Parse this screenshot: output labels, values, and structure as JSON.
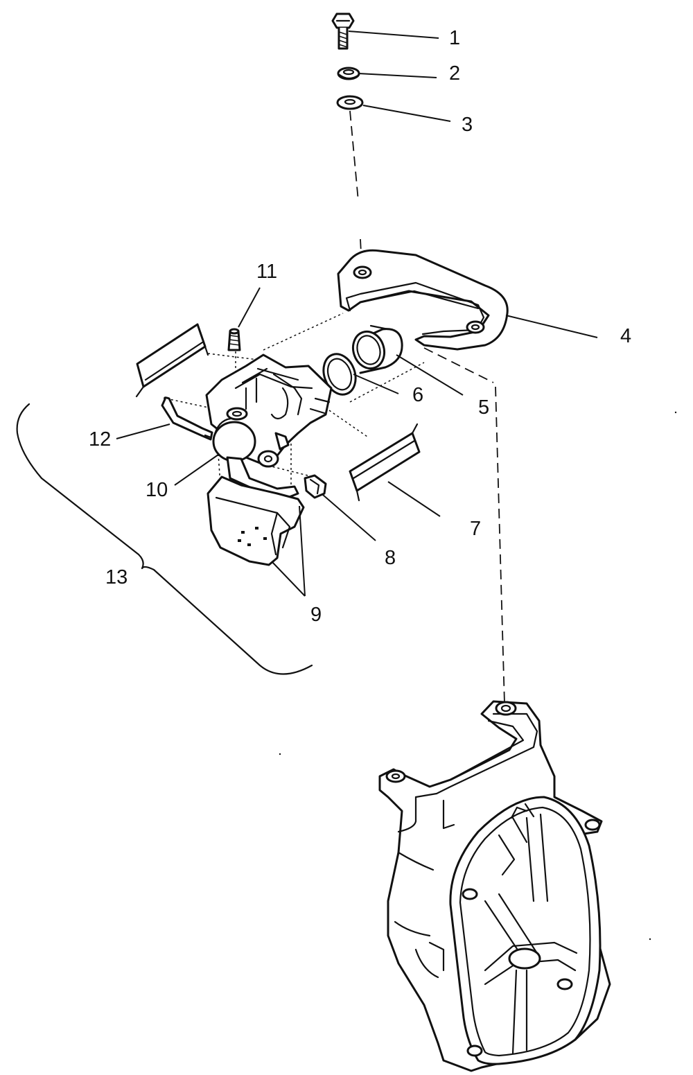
{
  "callouts": [
    {
      "id": "1",
      "label": "1"
    },
    {
      "id": "2",
      "label": "2"
    },
    {
      "id": "3",
      "label": "3"
    },
    {
      "id": "4",
      "label": "4"
    },
    {
      "id": "5",
      "label": "5"
    },
    {
      "id": "6",
      "label": "6"
    },
    {
      "id": "7",
      "label": "7"
    },
    {
      "id": "8",
      "label": "8"
    },
    {
      "id": "9",
      "label": "9"
    },
    {
      "id": "10",
      "label": "10"
    },
    {
      "id": "11",
      "label": "11"
    },
    {
      "id": "12",
      "label": "12"
    },
    {
      "id": "13",
      "label": "13"
    }
  ],
  "parts": {
    "bolt": "bolt",
    "lock_washer": "lock-washer",
    "flat_washer": "flat-washer",
    "caliper_bracket": "caliper-bracket",
    "piston": "piston",
    "piston_seal": "piston-seal",
    "pad_clip": "pad-clip",
    "bleeder_fitting": "bleeder-fitting",
    "brake_pads": "brake-pads",
    "caliper_body": "caliper-body",
    "bleed_screw": "bleed-screw",
    "brake_line": "brake-line",
    "caliper_assembly": "caliper-assembly",
    "chaincase_housing": "chaincase-housing"
  }
}
